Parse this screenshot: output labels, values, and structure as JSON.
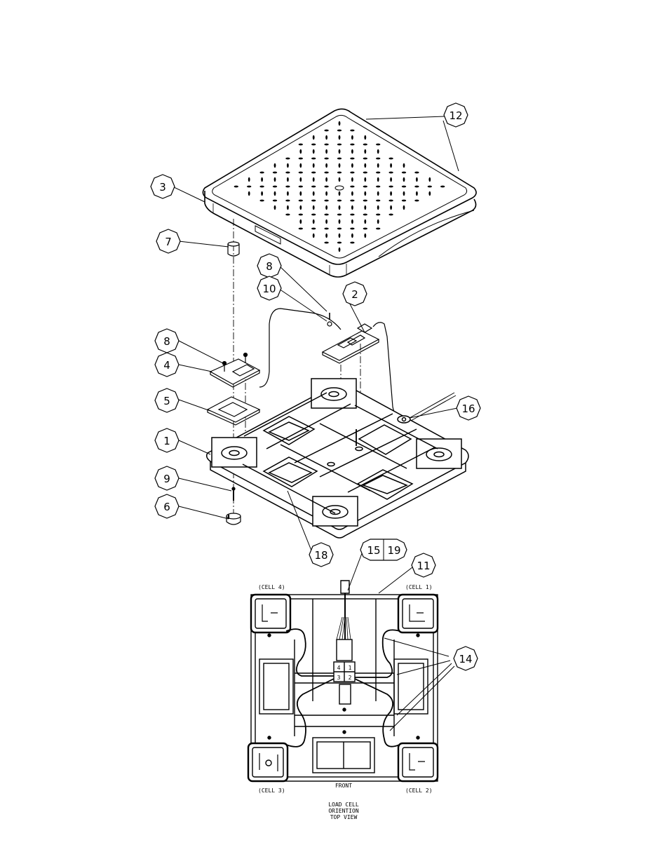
{
  "callouts": {
    "c1": "1",
    "c2": "2",
    "c3": "3",
    "c4": "4",
    "c5": "5",
    "c6": "6",
    "c7": "7",
    "c8a": "8",
    "c8b": "8",
    "c9": "9",
    "c10": "10",
    "c11": "11",
    "c12": "12",
    "c14": "14",
    "c15": "15",
    "c16": "16",
    "c18": "18",
    "c19": "19"
  },
  "cell_labels": {
    "cell1": "(CELL 1)",
    "cell2": "(CELL 2)",
    "cell3": "(CELL 3)",
    "cell4": "(CELL 4)"
  },
  "connector_labels": [
    "4",
    "1",
    "3",
    "2"
  ],
  "front_label": "FRONT",
  "caption": {
    "line1": "LOAD CELL",
    "line2": "ORIENTION",
    "line3": "TOP VIEW"
  }
}
